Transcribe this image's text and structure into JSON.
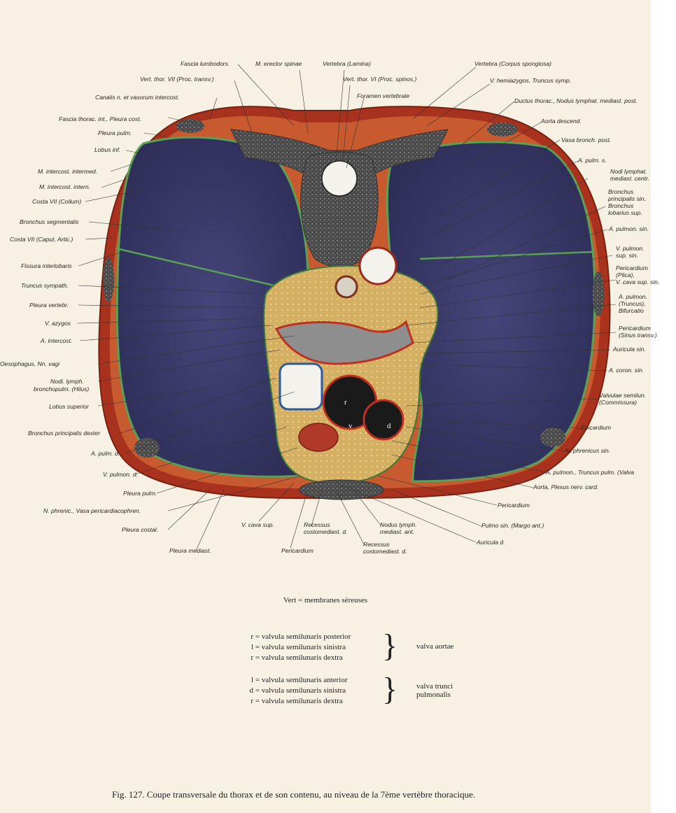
{
  "labels_left": [
    {
      "id": "fascia-lumbodors",
      "text": "Fascia lumbodors."
    },
    {
      "id": "vert-thor-vii",
      "text": "Vert. thor. VII (Proc. transv.)"
    },
    {
      "id": "canalis",
      "text": "Canalis n. et vasorum intercost."
    },
    {
      "id": "fascia-thorac",
      "text": "Fascia thorac. int., Pleura cost."
    },
    {
      "id": "pleura-pulm-1",
      "text": "Pleura pulm."
    },
    {
      "id": "lobus-inf",
      "text": "Lobus inf."
    },
    {
      "id": "m-intercost-intermed",
      "text": "M. intercost. intermed."
    },
    {
      "id": "m-intercost-intern",
      "text": "M. intercost. intern."
    },
    {
      "id": "costa-collum",
      "text": "Costa VII (Collum)"
    },
    {
      "id": "bronchus-segmentalis",
      "text": "Bronchus segmentalis"
    },
    {
      "id": "costa-caput",
      "text": "Costa VII (Caput, Artic.)"
    },
    {
      "id": "fissura",
      "text": "Fissura interlobaris"
    },
    {
      "id": "truncus-sympath",
      "text": "Truncus sympath."
    },
    {
      "id": "pleura-vertebr",
      "text": "Pleura vertebr."
    },
    {
      "id": "v-azygos",
      "text": "V. azygos"
    },
    {
      "id": "a-intercost",
      "text": "A. intercost."
    },
    {
      "id": "oesophagus",
      "text": "Oesophagus, Nn. vagi"
    },
    {
      "id": "nodi-lymph-1",
      "text": "Nodi. lymph."
    },
    {
      "id": "nodi-lymph-2",
      "text": "bronchopulm. (Hilus)"
    },
    {
      "id": "lobus-superior",
      "text": "Lobus superior"
    },
    {
      "id": "bronchus-princ-dexter",
      "text": "Bronchus principalis dexter"
    },
    {
      "id": "a-pulm-d",
      "text": "A. pulm. d."
    },
    {
      "id": "v-pulmon-d",
      "text": "V. pulmon. d."
    },
    {
      "id": "pleura-pulm-2",
      "text": "Pleura pulm."
    },
    {
      "id": "n-phrenic",
      "text": "N. phrenic., Vasa pericardiacophren."
    },
    {
      "id": "pleura-costal",
      "text": "Pleura costal."
    },
    {
      "id": "pleura-mediast",
      "text": "Pleura mediast."
    }
  ],
  "labels_top": [
    {
      "id": "m-erector",
      "text": "M. erector spinae"
    },
    {
      "id": "vertebra-lamina",
      "text": "Vertebra (Lamina)"
    },
    {
      "id": "vert-thor-vi",
      "text": "Vert. thor. VI (Proc. spinos.)"
    },
    {
      "id": "foramen",
      "text": "Foramen vertebrale"
    },
    {
      "id": "vertebra-corpus",
      "text": "Vertebra (Corpus spongiosa)"
    },
    {
      "id": "v-hemiazygos",
      "text": "V. hemiazygos, Truncus symp."
    }
  ],
  "labels_right": [
    {
      "id": "ductus-thorac",
      "text": "Ductus thorac., Nodus lymphat. mediast.",
      "extra": "post."
    },
    {
      "id": "aorta-descend",
      "text": "Aorta descend."
    },
    {
      "id": "vasa-bronch",
      "text": "Vasa bronch. post."
    },
    {
      "id": "a-pulm-s",
      "text": "A. pulm. s."
    },
    {
      "id": "nodi-lymphat",
      "lines": [
        "Nodi lymphat.",
        "mediast. centr."
      ]
    },
    {
      "id": "bronchus-princ-sin",
      "lines": [
        "Bronchus",
        "principalis sin.",
        "Bronchus",
        "lobarius sup."
      ]
    },
    {
      "id": "a-pulmon-sin",
      "text": "A. pulmon. sin."
    },
    {
      "id": "v-pulmon-sup",
      "lines": [
        "V. pulmon.",
        "sup. sin."
      ]
    },
    {
      "id": "pericardium-plica",
      "lines": [
        "Pericardium",
        "(Plica),",
        "V. cava sup. sin."
      ]
    },
    {
      "id": "a-pulmon-truncus",
      "lines": [
        "A. pulmon.",
        "(Truncus),",
        "Bifurcatio"
      ]
    },
    {
      "id": "pericardium-sinus",
      "lines": [
        "Pericardium",
        "(Sinus transv.)"
      ]
    },
    {
      "id": "auricula-sin",
      "text": "Auricula sin."
    },
    {
      "id": "a-coron-sin",
      "text": "A. coron. sin."
    },
    {
      "id": "valvulae",
      "lines": [
        "Valvulae semilun.",
        "(Commissura)"
      ]
    },
    {
      "id": "epicardium",
      "text": "Epicardium"
    },
    {
      "id": "n-phrenicus-sin",
      "text": "N. phrenicus sin."
    },
    {
      "id": "a-pulmon-truncus-pulm",
      "text": "A. pulmon., Truncus pulm. (Valva"
    },
    {
      "id": "aorta-plexus",
      "text": "Aorta, Plexus nerv. card."
    },
    {
      "id": "pericardium-r",
      "text": "Pericardium"
    },
    {
      "id": "pulmo-sin",
      "text": "Pulmo sin. (Margo ant.)"
    },
    {
      "id": "auricula-d",
      "text": "Auricula d."
    }
  ],
  "labels_bottom": [
    {
      "id": "v-cava-sup",
      "text": "V. cava sup."
    },
    {
      "id": "recessus-1",
      "lines": [
        "Recessus",
        "costomediast. d."
      ]
    },
    {
      "id": "nodus-lymph",
      "lines": [
        "Nodus lymph.",
        "mediast. ant."
      ]
    },
    {
      "id": "pericardium-b",
      "text": "Pericardium"
    },
    {
      "id": "recessus-2",
      "lines": [
        "Recessus",
        "costomediast. d."
      ]
    }
  ],
  "figure_letters": {
    "r": "r",
    "v": "v",
    "d": "d"
  },
  "legend": {
    "title": "Vert = membranes séreuses",
    "group1": [
      {
        "letter": "r",
        "text": "valvula semilunaris posterior"
      },
      {
        "letter": "l",
        "text": "valvula semilunaris sinistra"
      },
      {
        "letter": "r",
        "text": "valvula semilunaris dextra"
      }
    ],
    "group1_label": "valva aortae",
    "group2": [
      {
        "letter": "l",
        "text": "valvula semilunaris anterior"
      },
      {
        "letter": "d",
        "text": "valvula semilunaris sinistra"
      },
      {
        "letter": "r",
        "text": "valvula semilunaris dextra"
      }
    ],
    "group2_label": [
      "valva trunci",
      "pulmonalis"
    ]
  },
  "caption": "Fig. 127.   Coupe transversale du thorax et de son contenu, au niveau de la 7ème vertèbre thoracique.",
  "colors": {
    "lung": "#3a3a6a",
    "muscle": "#b23a22",
    "pleura": "#4f8a4a",
    "bone": "#5c5c5c",
    "fat": "#d9b56a",
    "paper": "#f6f1e2"
  }
}
